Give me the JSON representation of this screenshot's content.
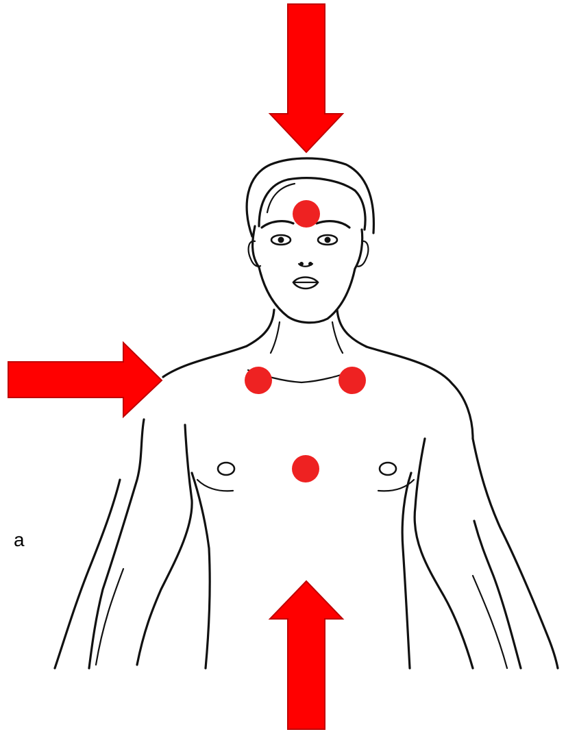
{
  "figure": {
    "stray_text": "a",
    "colors": {
      "arrow": "#ff0000",
      "arrow_outline": "#c00000",
      "marker": "#ee2222",
      "outline": "#111111",
      "background": "#ffffff"
    },
    "arrows": [
      {
        "name": "arrow-down-top",
        "direction": "down",
        "target": "head"
      },
      {
        "name": "arrow-right-left",
        "direction": "right",
        "target": "left-shoulder"
      },
      {
        "name": "arrow-up-bottom",
        "direction": "up",
        "target": "abdomen"
      }
    ],
    "markers": [
      {
        "name": "forehead-marker"
      },
      {
        "name": "left-collarbone-marker"
      },
      {
        "name": "right-collarbone-marker"
      },
      {
        "name": "chest-center-marker"
      }
    ]
  }
}
